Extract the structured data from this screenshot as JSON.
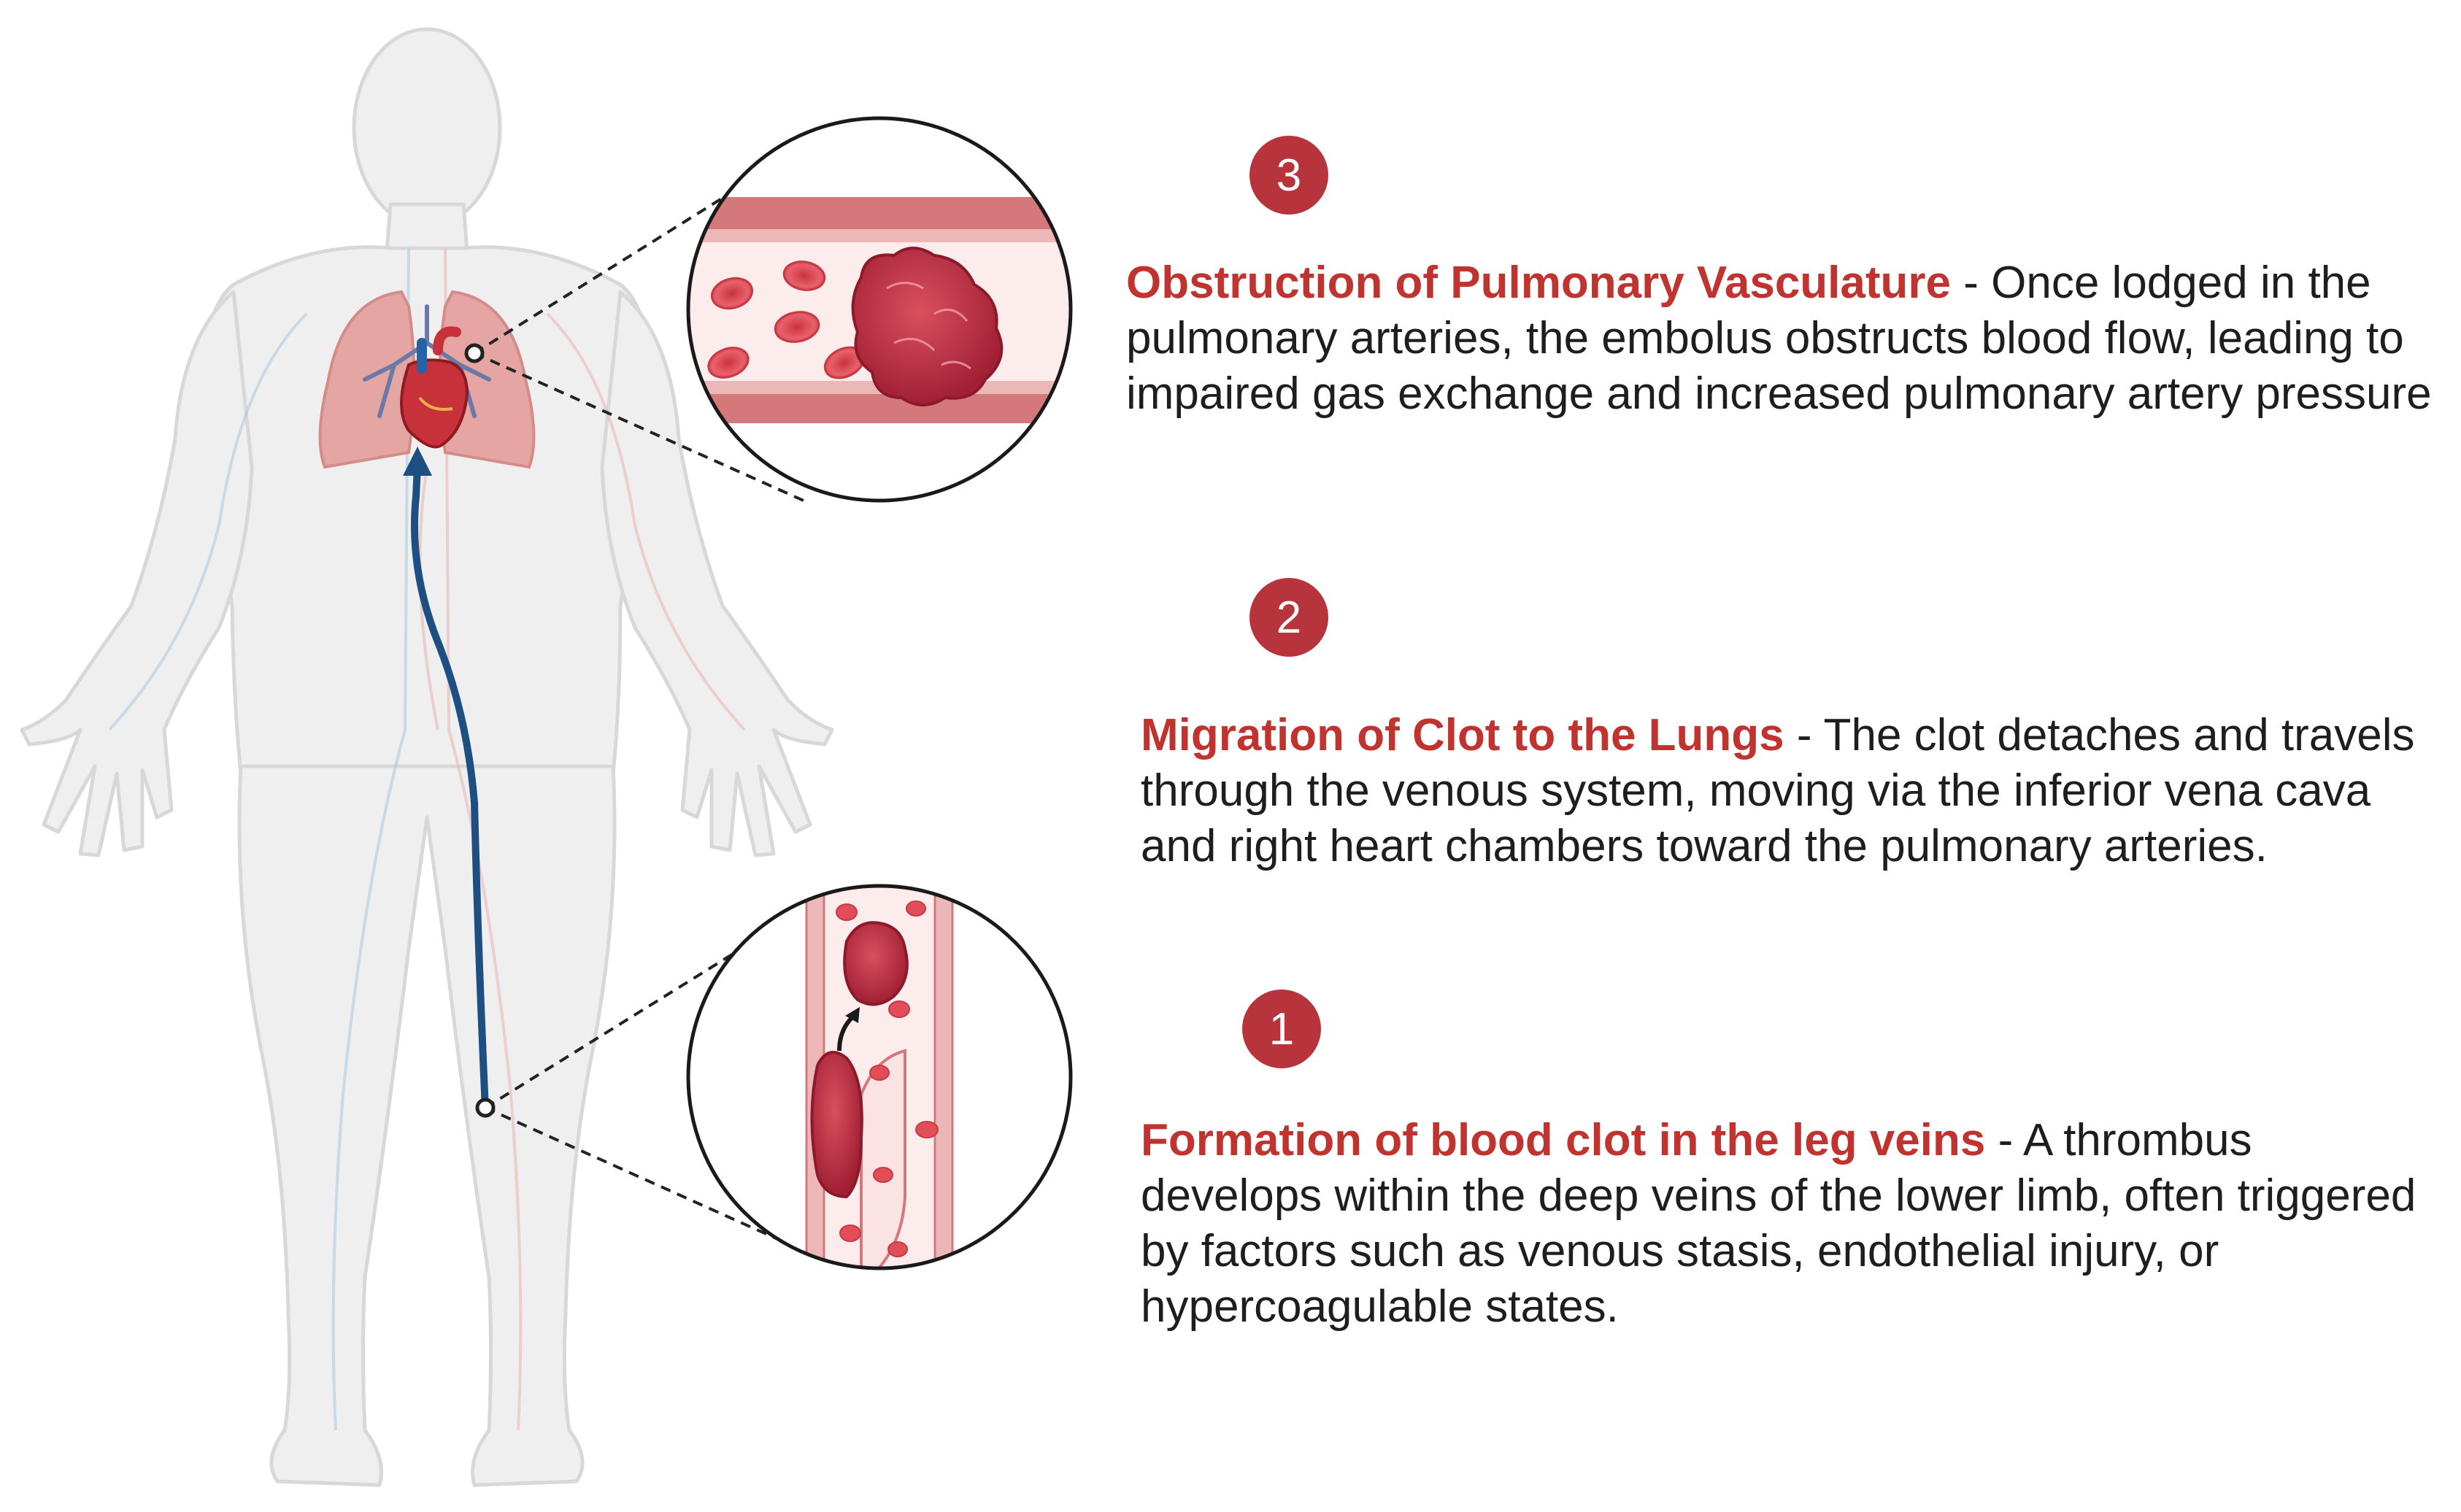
{
  "colors": {
    "accent": "#b8343d",
    "title_red": "#c0332f",
    "text": "#1e1e1e",
    "body_fill": "#efefef",
    "body_stroke": "#d9d9d9",
    "lung": "#e5a6a3",
    "vein_arrow": "#1d4f82",
    "clot": "#b7253a",
    "rbc": "#e24d57",
    "vessel_wall": "#d5787c"
  },
  "icons": {
    "body": "human-body-silhouette",
    "heart": "heart-icon",
    "lungs": "lungs-icon",
    "arrow": "arrow-up-icon",
    "clot_zoom_lung": "pulmonary-embolus-zoom",
    "clot_zoom_leg": "deep-vein-thrombus-zoom"
  },
  "steps": [
    {
      "number": "3",
      "title": "Obstruction of Pulmonary Vasculature",
      "separator": " - ",
      "description": "Once lodged in the pulmonary arteries, the embolus obstructs blood flow, leading to impaired gas exchange and increased pulmonary artery pressure"
    },
    {
      "number": "2",
      "title": "Migration of Clot to the Lungs",
      "separator": " - ",
      "description": "The clot detaches and travels through the venous system, moving via the inferior vena cava and right heart chambers toward the pulmonary arteries."
    },
    {
      "number": "1",
      "title": "Formation of blood clot in the leg veins",
      "separator": " - ",
      "description": "A thrombus develops within the deep veins of the lower limb, often triggered by factors such as venous stasis, endothelial injury, or hypercoagulable states."
    }
  ]
}
